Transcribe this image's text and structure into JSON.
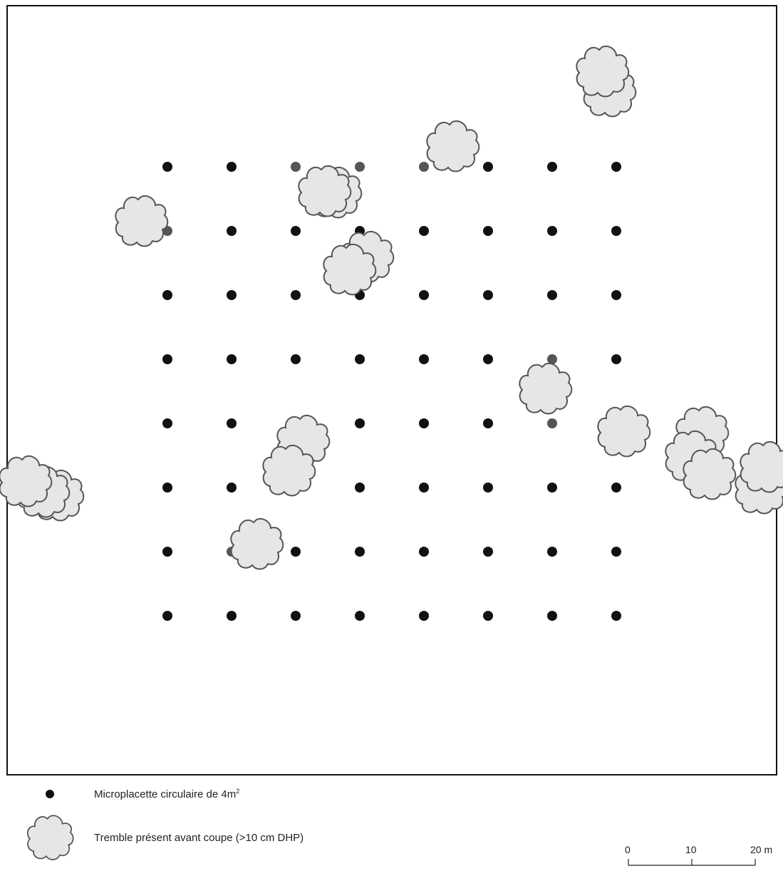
{
  "legend": {
    "microplot_label": "Microplacette circulaire de 4m",
    "microplot_superscript": "2",
    "aspen_label": "Tremble présent avant coupe (>10 cm DHP)"
  },
  "scale_bar": {
    "labels": [
      "0",
      "10",
      "20 m"
    ]
  },
  "colors": {
    "microplot": "#111111",
    "microplot_in_aspen": "#555555",
    "aspen_fill": "#e6e6e6",
    "aspen_stroke": "#555555",
    "frame": "#111111"
  },
  "grid": {
    "columns": 8,
    "rows": 8,
    "spacing_m": 10,
    "highlighted_points": [
      [
        2,
        0
      ],
      [
        3,
        0
      ],
      [
        4,
        0
      ],
      [
        0,
        1
      ],
      [
        6,
        3
      ],
      [
        6,
        4
      ],
      [
        7,
        4
      ],
      [
        1,
        6
      ]
    ]
  }
}
